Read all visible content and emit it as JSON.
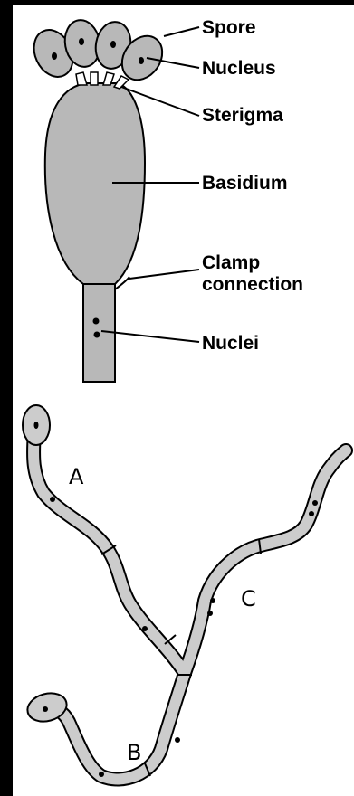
{
  "labels": {
    "spore": "Spore",
    "nucleus": "Nucleus",
    "sterigma": "Sterigma",
    "basidium": "Basidium",
    "clamp_line1": "Clamp",
    "clamp_line2": "connection",
    "nuclei": "Nuclei"
  },
  "hyphae_tags": {
    "a": "A",
    "b": "B",
    "c": "C"
  },
  "colors": {
    "background": "#000000",
    "panel": "#ffffff",
    "structure_fill": "#b8b8b8",
    "hypha_fill": "#cccccc",
    "outline": "#000000"
  }
}
